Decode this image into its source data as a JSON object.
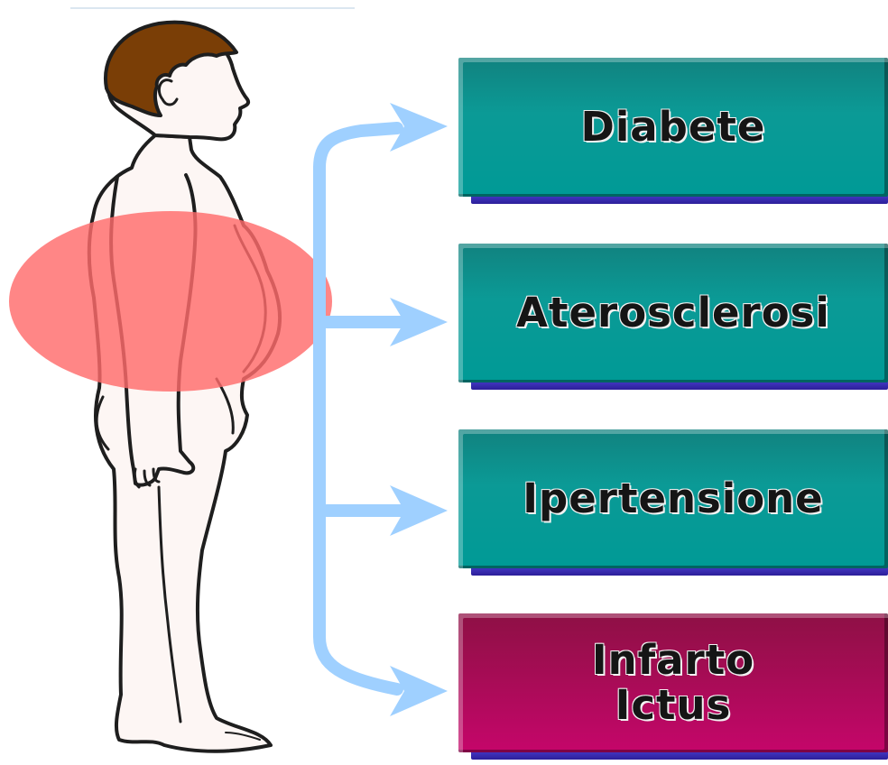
{
  "colors": {
    "teal_box": "#009a96",
    "magenta_box": "#c5066a",
    "arrow": "#9fd0ff",
    "highlight": "#ff6b6b",
    "hair": "#7a3e06",
    "skin": "#fdf6f4"
  },
  "boxes": [
    {
      "label": "Diabete",
      "style": "teal"
    },
    {
      "label": "Aterosclerosi",
      "style": "teal"
    },
    {
      "label": "Ipertensione",
      "style": "teal"
    },
    {
      "label_line1": "Infarto",
      "label_line2": "Ictus",
      "style": "magenta"
    }
  ]
}
